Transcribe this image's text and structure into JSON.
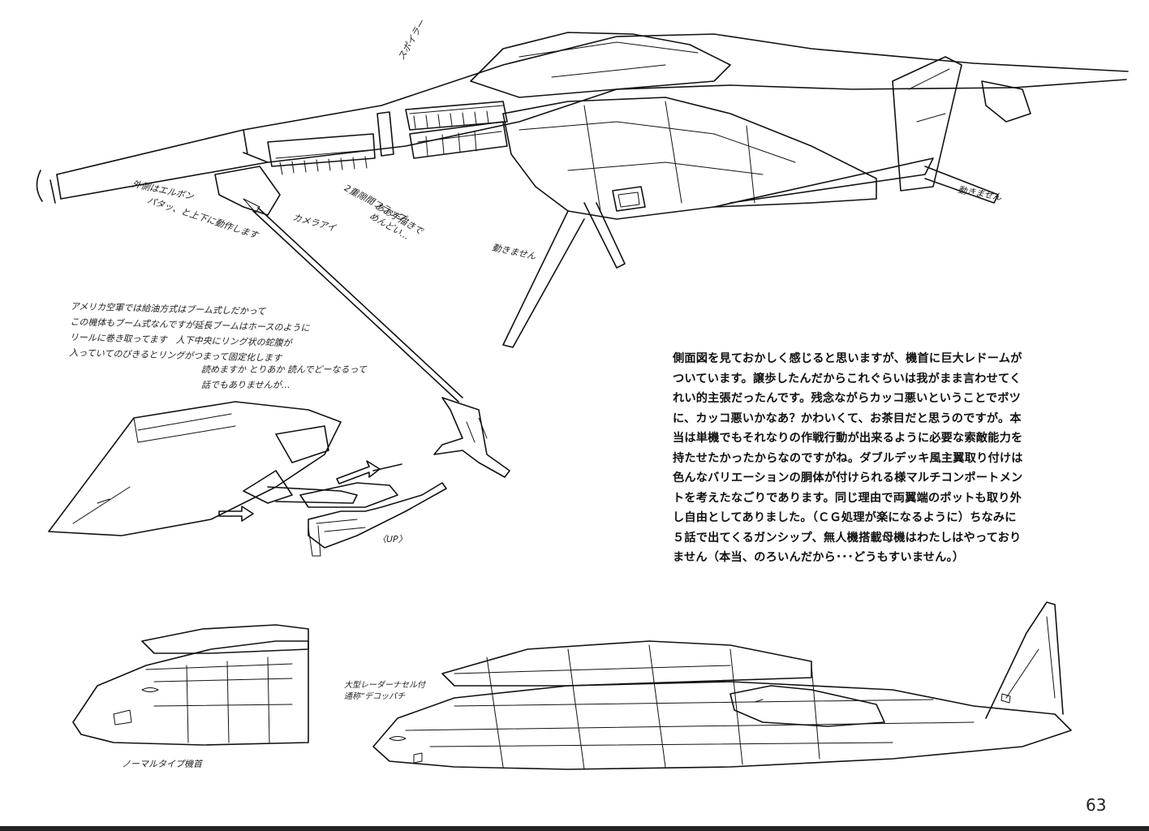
{
  "annotations": {
    "spoiler": "スポイラー",
    "outer_aileron": "外側はエルボン",
    "outer_aileron_sub": "パタッ、と上下に動作します",
    "camera_eye": "カメラアイ",
    "flap": "2重隙間フラップ",
    "flap_sub": "ああ手描きで\nめんどい…",
    "movable_right": "動きません",
    "movable_left": "動きません",
    "refuel_note": "アメリカ空軍では給油方式はブーム式しだかって\nこの機体もブーム式なんですが延長ブームはホースのように\nリールに巻き取ってます　人下中央にリング状の蛇腹が\n入っていてのびきるとリングがつまって固定化します",
    "refuel_note2": "読めますか とりあか 読んでどーなるって\n話でもありませんが…",
    "up_label": "〈UP〉",
    "large_radar_label": "大型レーダーナセル付\n通称”デコッパチ",
    "normal_nose_label": "ノーマルタイプ機首"
  },
  "body_text": "側面図を見ておかしく感じると思いますが、機首に巨大レドームが\nついています。譲歩したんだからこれぐらいは我がまま言わせてく\nれい的主張だったんです。残念ながらカッコ悪いということでボツ\nに、カッコ悪いかなあ？かわいくて、お茶目だと思うのですが。本\n当は単機でもそれなりの作戦行動が出来るように必要な索敵能力を\n持たせたかったからなのですがね。ダブルデッキ風主翼取り付けは\n色んなバリエーションの胴体が付けられる様マルチコンポートメン\nトを考えたなごりであります。同じ理由で両翼端のポットも取り外\nし自由としてありました。（ＣＧ処理が楽になるように）ちなみに\n５話で出てくるガンシップ、無人機搭載母機はわたしはやっており\nません（本当、のろいんだから･･･どうもすいません。）",
  "page_number": "63"
}
